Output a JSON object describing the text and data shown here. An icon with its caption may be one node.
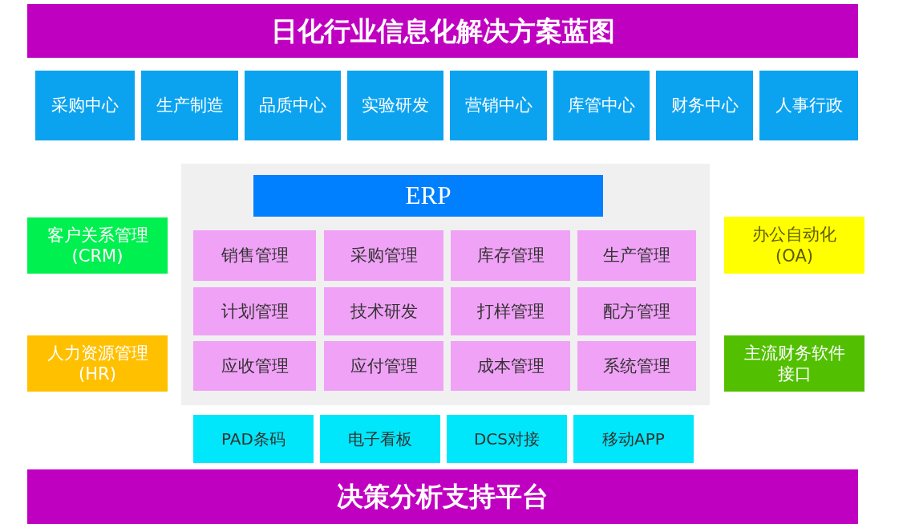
{
  "diagram": {
    "title": "日化行业信息化解决方案蓝图",
    "nodes": [
      {
        "text": [
          "采购中心"
        ]
      },
      {
        "text": [
          "生产制造"
        ]
      },
      {
        "text": [
          "品质中心"
        ]
      },
      {
        "text": [
          "实验研发"
        ]
      },
      {
        "text": [
          "营销中心"
        ]
      },
      {
        "text": [
          "库管中心"
        ]
      },
      {
        "text": [
          "财务中心"
        ]
      },
      {
        "text": [
          "人事行政"
        ]
      },
      {
        "text": [
          "客户关系管理(CRM)"
        ]
      },
      {
        "text": [
          "人力资源管理(HR)"
        ]
      },
      {
        "text": [],
        "shape": "box"
      },
      {
        "text": [
          "ERP"
        ],
        "in": 10
      },
      {
        "text": [
          "销售管理"
        ],
        "in": 10
      },
      {
        "text": [
          "采购管理"
        ],
        "in": 10
      },
      {
        "text": [
          "库存管理"
        ],
        "in": 10
      },
      {
        "text": [
          "生产管理"
        ],
        "in": 10
      },
      {
        "text": [
          "计划管理"
        ],
        "in": 10
      },
      {
        "text": [
          "技术研发"
        ],
        "in": 10
      },
      {
        "text": [
          "打样管理"
        ],
        "in": 10
      },
      {
        "text": [
          "配方管理"
        ],
        "in": 10
      },
      {
        "text": [
          "应收管理"
        ],
        "in": 10
      },
      {
        "text": [
          "应付管理"
        ],
        "in": 10
      },
      {
        "text": [
          "成本管理"
        ],
        "in": 10
      },
      {
        "text": [
          "系统管理"
        ],
        "in": 10
      },
      {
        "text": [
          "办公自动化(OA)"
        ]
      },
      {
        "text": [
          "主流财务软件接口"
        ]
      },
      {
        "text": [
          "PAD条码"
        ]
      },
      {
        "text": [
          "电子看板"
        ]
      },
      {
        "text": [
          "DCS对接"
        ]
      },
      {
        "text": [
          "移动APP"
        ]
      },
      {
        "text": [
          "决策分析支持平台"
        ]
      }
    ],
    "edges": []
  }
}
